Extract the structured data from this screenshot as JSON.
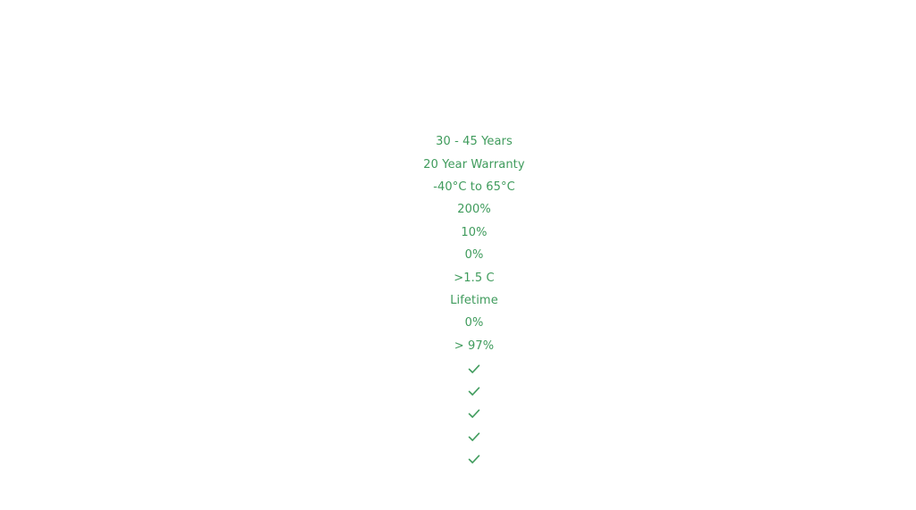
{
  "comparison_column": {
    "values": [
      "30 - 45 Years",
      "20 Year Warranty",
      "-40°C to 65°C",
      "200%",
      "10%",
      "0%",
      ">1.5 C",
      "Lifetime",
      "0%",
      "> 97%"
    ],
    "checks": [
      "check-icon",
      "check-icon",
      "check-icon",
      "check-icon",
      "check-icon"
    ]
  },
  "colors": {
    "text": "#3f9b5c",
    "background": "#ffffff"
  }
}
